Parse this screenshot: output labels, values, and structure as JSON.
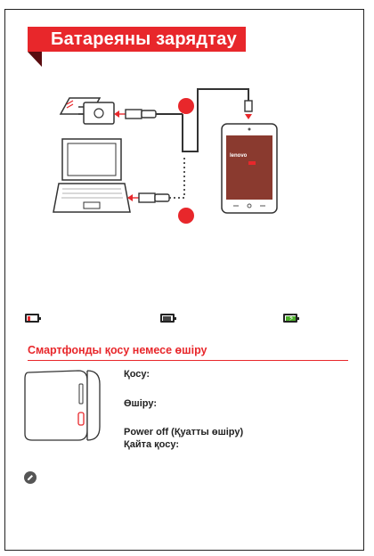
{
  "banner": {
    "title": "Батареяны зарядтау"
  },
  "diagram": {
    "phone_brand": "lenovo",
    "phone_screen_color": "#8a3a2f",
    "step_marker_color": "#e8272b"
  },
  "battery_status": [
    {
      "icon": "battery-low-icon",
      "color": "#e8272b"
    },
    {
      "icon": "battery-medium-icon",
      "color": "#444444"
    },
    {
      "icon": "battery-charging-full-icon",
      "color": "#4caf2a"
    }
  ],
  "power_section": {
    "title": "Смартфонды қосу немесе өшіру",
    "labels": {
      "turn_on": "Қосу:",
      "turn_off": "Өшіру:",
      "power_off": "Power off (Қуатты өшіру)",
      "restart": "Қайта қосу:"
    }
  },
  "note": {
    "icon": "pencil-icon"
  },
  "colors": {
    "accent": "#e8272b",
    "accent_dark": "#5a0c10"
  }
}
